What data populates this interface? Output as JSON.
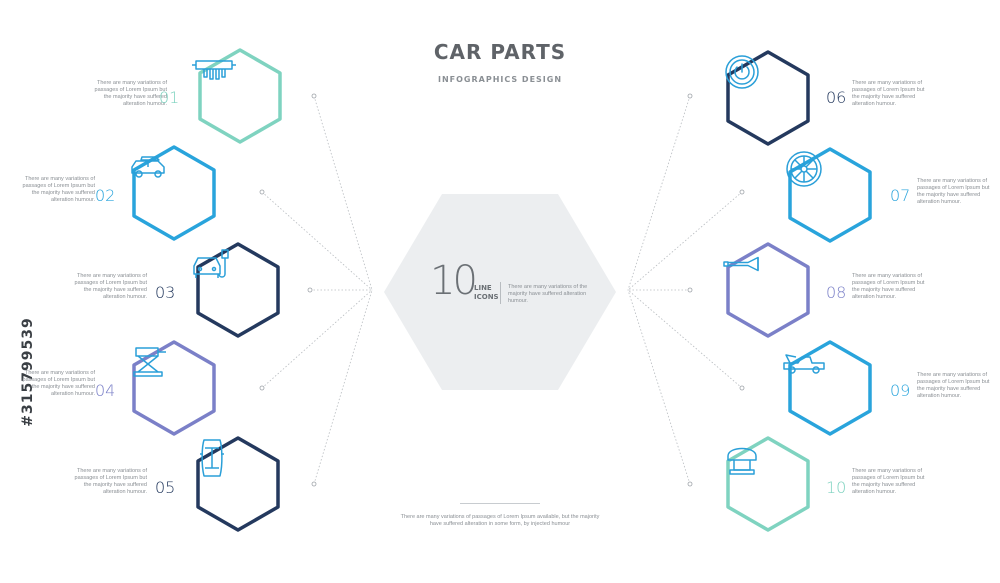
{
  "header": {
    "title": "CAR PARTS",
    "subtitle": "INFOGRAPHICS DESIGN"
  },
  "center": {
    "number": "10",
    "label_line1": "LINE",
    "label_line2": "ICONS",
    "description": "There are many variations of the majority have suffered alteration humour."
  },
  "footer": {
    "description": "There are many variations of passages of Lorem Ipsum available, but the majority have suffered alteration in some form, by injected humour"
  },
  "watermark": {
    "stock_id": "#315799539"
  },
  "colors": {
    "teal": "#7fd3c0",
    "blue": "#29a4dc",
    "navy": "#24395e",
    "purple": "#7b80c8",
    "center_fill": "#eceef0",
    "icon_stroke": "#2a9fd8"
  },
  "items": [
    {
      "number": "01",
      "icon": "radiator-icon",
      "desc": "There are many variations of passages of Lorem Ipsum but the majority have suffered alteration humour.",
      "color": "teal"
    },
    {
      "number": "02",
      "icon": "suv-roof-box-icon",
      "desc": "There are many variations of passages of Lorem Ipsum but the majority have suffered alteration humour.",
      "color": "blue"
    },
    {
      "number": "03",
      "icon": "car-fuel-pump-icon",
      "desc": "There are many variations of passages of Lorem Ipsum but the majority have suffered alteration humour.",
      "color": "navy"
    },
    {
      "number": "04",
      "icon": "car-jack-icon",
      "desc": "There are many variations of passages of Lorem Ipsum but the majority have suffered alteration humour.",
      "color": "purple"
    },
    {
      "number": "05",
      "icon": "car-top-view-icon",
      "desc": "There are many variations of passages of Lorem Ipsum but the majority have suffered alteration humour.",
      "color": "navy"
    },
    {
      "number": "06",
      "icon": "power-button-icon",
      "desc": "There are many variations of passages of Lorem Ipsum but the majority have suffered alteration humour.",
      "color": "navy"
    },
    {
      "number": "07",
      "icon": "wheel-rim-icon",
      "desc": "There are many variations of passages of Lorem Ipsum but the majority have suffered alteration humour.",
      "color": "blue"
    },
    {
      "number": "08",
      "icon": "horn-icon",
      "desc": "There are many variations of passages of Lorem Ipsum but the majority have suffered alteration humour.",
      "color": "purple"
    },
    {
      "number": "09",
      "icon": "pickup-truck-icon",
      "desc": "There are many variations of passages of Lorem Ipsum but the majority have suffered alteration humour.",
      "color": "blue"
    },
    {
      "number": "10",
      "icon": "headrest-icon",
      "desc": "There are many variations of passages of Lorem Ipsum but the majority have suffered alteration humour.",
      "color": "teal"
    }
  ]
}
